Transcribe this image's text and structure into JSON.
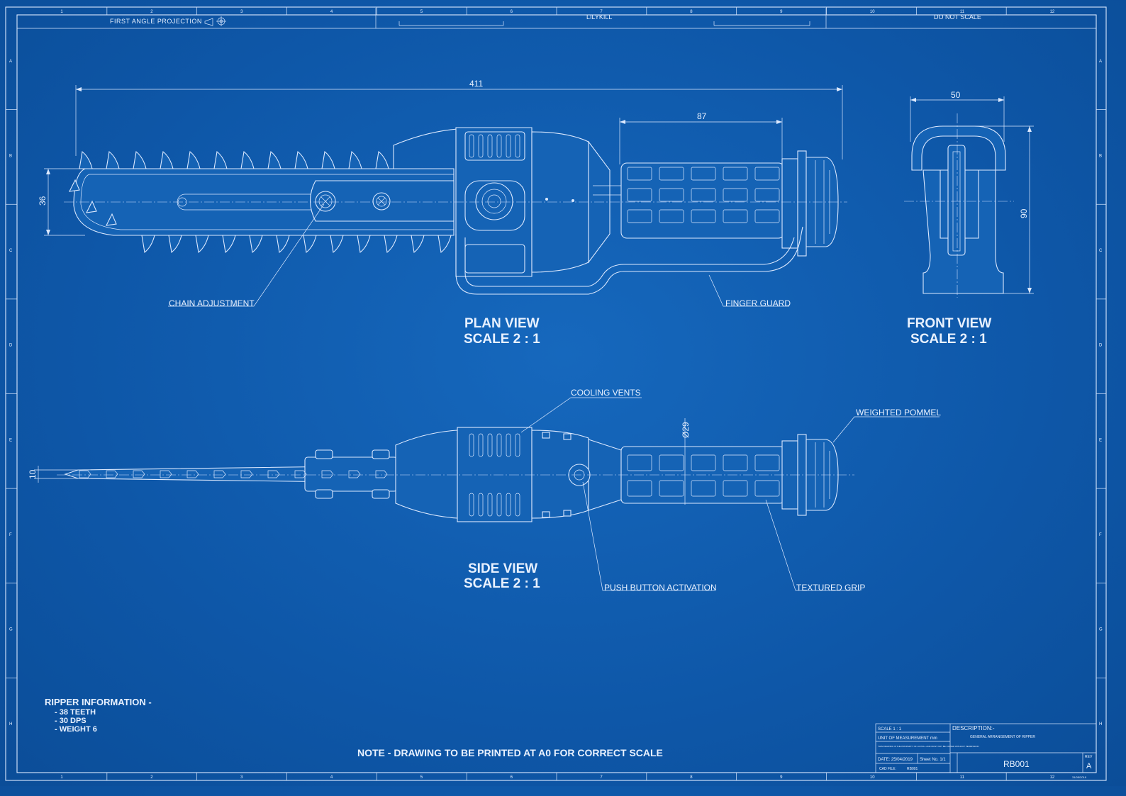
{
  "header": {
    "projection": "FIRST ANGLE PROJECTION",
    "company": "LILYKILL",
    "note_scale": "DO NOT SCALE"
  },
  "grid": {
    "columns": [
      "1",
      "2",
      "3",
      "4",
      "5",
      "6",
      "7",
      "8",
      "9",
      "10",
      "11",
      "12"
    ],
    "rows": [
      "A",
      "B",
      "C",
      "D",
      "E",
      "F",
      "G",
      "H"
    ]
  },
  "plan_view": {
    "title": "PLAN VIEW",
    "scale": "SCALE 2 : 1",
    "dim_length": "411",
    "dim_grip": "87",
    "dim_width": "36",
    "callout_chain": "CHAIN ADJUSTMENT",
    "callout_guard": "FINGER GUARD"
  },
  "front_view": {
    "title": "FRONT VIEW",
    "scale": "SCALE 2 : 1",
    "dim_width": "50",
    "dim_height": "90"
  },
  "side_view": {
    "title": "SIDE VIEW",
    "scale": "SCALE 2 : 1",
    "dim_blade": "10",
    "dim_diameter": "Ø29",
    "callout_vents": "COOLING VENTS",
    "callout_pommel": "WEIGHTED POMMEL",
    "callout_button": "PUSH BUTTON ACTIVATION",
    "callout_grip": "TEXTURED GRIP"
  },
  "info": {
    "title": "RIPPER INFORMATION -",
    "items": [
      "- 38 TEETH",
      "- 30 DPS",
      "- WEIGHT 6"
    ]
  },
  "note": "NOTE - DRAWING TO BE PRINTED AT A0 FOR CORRECT SCALE",
  "title_block": {
    "scale": "SCALE 1 : 1",
    "unit": "UNIT OF MEASUREMENT mm",
    "property": "THIS DRAWING IS THE PROPERTY OF LILYKILL AND MUST NOT BE COPIED WITHOUT PERMISSION",
    "date": "DATE: 25/04/2019",
    "sheet": "Sheet No.  1/1",
    "cad_label": "CAD FILE:",
    "cad_value": "RB001",
    "description_label": "DESCRIPTION:-",
    "description": "GENERAL ARRANGEMENT OF RIPPER",
    "drawing_no": "RB001",
    "rev_label": "REV",
    "rev": "A",
    "stamp": "31/05/2019"
  },
  "colors": {
    "background": "#0f5db0",
    "lines": "#dce9ff"
  }
}
